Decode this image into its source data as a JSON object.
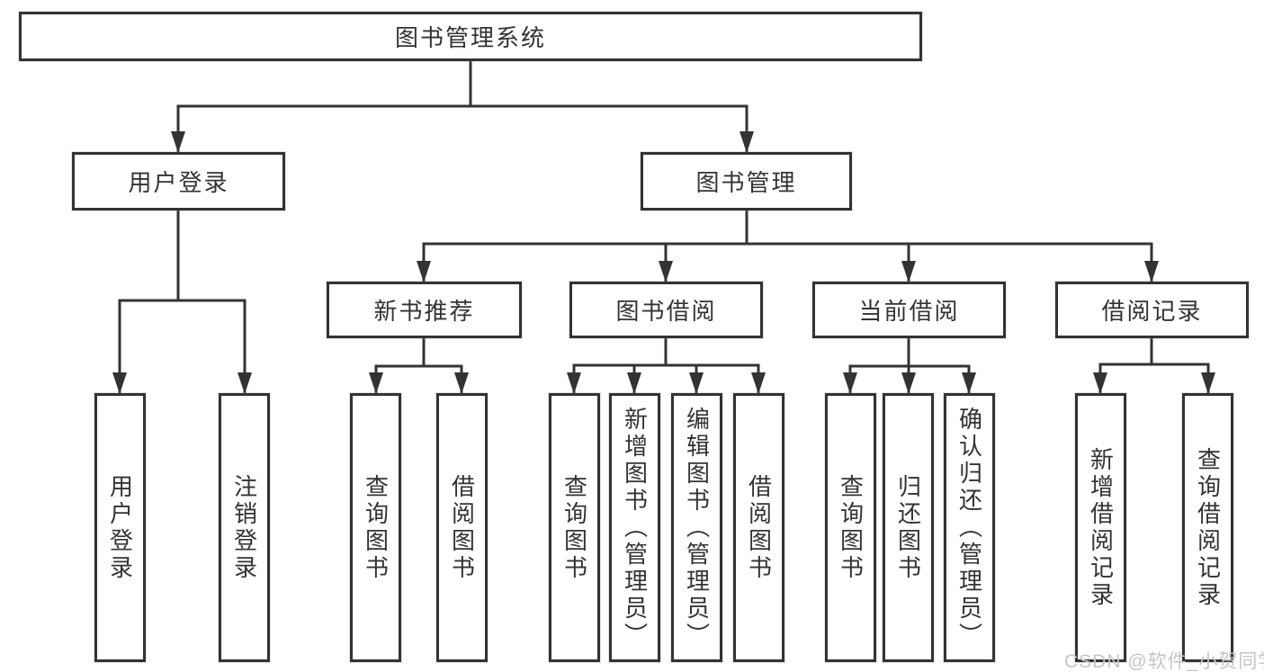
{
  "diagram": {
    "root": {
      "label": "图书管理系统"
    },
    "branches": {
      "login": {
        "label": "用户登录",
        "children": [
          "用户登录",
          "注销登录"
        ]
      },
      "management": {
        "label": "图书管理",
        "sections": [
          {
            "label": "新书推荐",
            "children": [
              "查询图书",
              "借阅图书"
            ]
          },
          {
            "label": "图书借阅",
            "children": [
              "查询图书",
              "新增图书（管理员）",
              "编辑图书（管理员）",
              "借阅图书"
            ]
          },
          {
            "label": "当前借阅",
            "children": [
              "查询图书",
              "归还图书",
              "确认归还（管理员）"
            ]
          },
          {
            "label": "借阅记录",
            "children": [
              "新增借阅记录",
              "查询借阅记录"
            ]
          }
        ]
      }
    }
  },
  "watermark": {
    "text": "CSDN @软件_小贺同学"
  },
  "colors": {
    "line": "#333333",
    "text": "#333333",
    "background": "#ffffff",
    "watermark": "#c6c6c6"
  }
}
